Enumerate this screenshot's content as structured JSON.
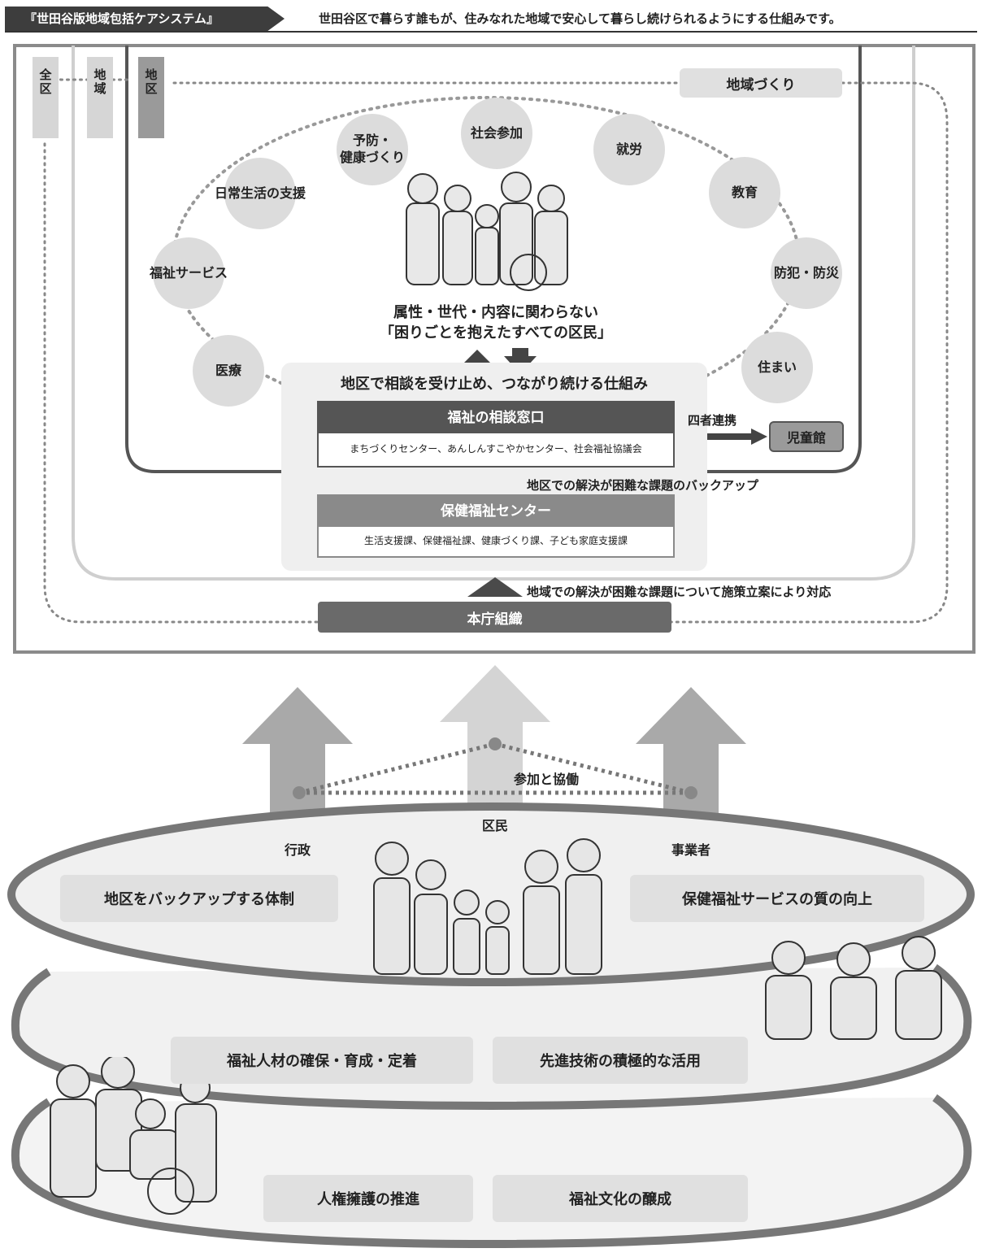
{
  "header": {
    "tag": "『世田谷版地域包括ケアシステム』",
    "description": "世田谷区で暮らす誰もが、住みなれた地域で安心して暮らし続けられるようにする仕組みです。"
  },
  "levels": {
    "ward": "全区",
    "area": "地域",
    "district": "地区",
    "community_building": "地域づくり"
  },
  "circles": [
    "予防・\n健康づくり",
    "社会参加",
    "就労",
    "教育",
    "防犯・防災",
    "住まい",
    "医療",
    "福祉サービス",
    "日常生活の支援"
  ],
  "residents_caption": {
    "line1": "属性・世代・内容に関わらない",
    "line2": "「困りごとを抱えたすべての区民」"
  },
  "district_mechanism": "地区で相談を受け止め、つながり続ける仕組み",
  "consultation": {
    "title": "福祉の相談窓口",
    "members": "まちづくりセンター、あんしんすこやかセンター、社会福祉協議会"
  },
  "four_party": "四者連携",
  "childrens_hall": "児童館",
  "backup_district": "地区での解決が困難な課題のバックアップ",
  "health_center": {
    "title": "保健福祉センター",
    "sections": "生活支援課、保健福祉課、健康づくり課、子ども家庭支援課"
  },
  "policy_response": "地域での解決が困難な課題について施策立案により対応",
  "head_office": "本庁組織",
  "participation": "参加と協働",
  "actors": {
    "administration": "行政",
    "residents": "区民",
    "businesses": "事業者"
  },
  "platform_items": [
    "地区をバックアップする体制",
    "保健福祉サービスの質の向上",
    "福祉人材の確保・育成・定着",
    "先進技術の積極的な活用",
    "人権擁護の推進",
    "福祉文化の醸成"
  ]
}
